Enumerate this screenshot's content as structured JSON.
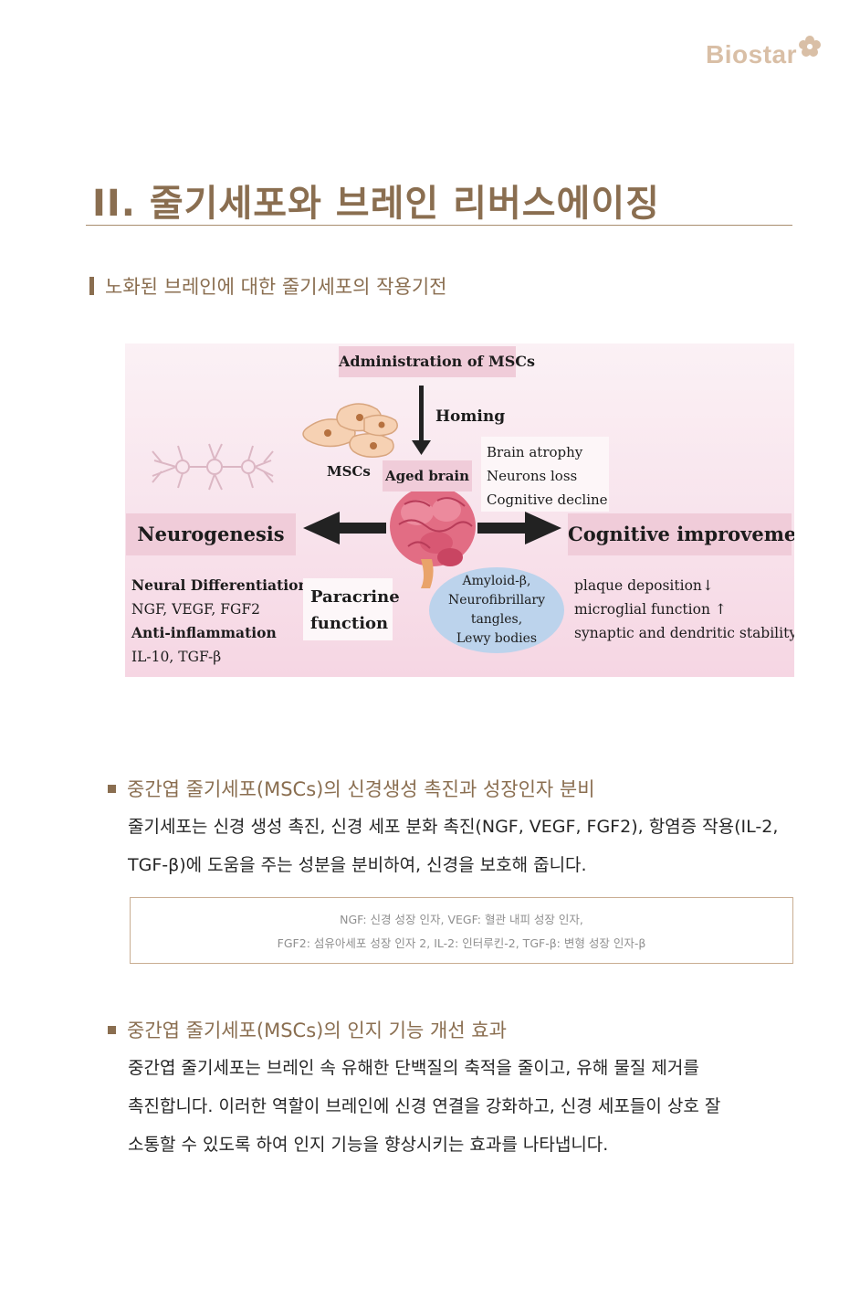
{
  "brand": {
    "name": "Biostar"
  },
  "section": {
    "title": "II. 줄기세포와 브레인 리버스에이징"
  },
  "subheading": "노화된 브레인에 대한 줄기세포의 작용기전",
  "figure": {
    "administration": "Administration of MSCs",
    "homing": "Homing",
    "mscs": "MSCs",
    "aged_brain": "Aged brain",
    "brain_symptoms": [
      "Brain atrophy",
      "Neurons loss",
      "Cognitive decline"
    ],
    "neurogenesis": "Neurogenesis",
    "cognitive_improvement": "Cognitive improvement",
    "neuro_details": {
      "neural_differentiation": "Neural Differentiation",
      "growth_factors": "NGF, VEGF, FGF2",
      "anti_inflammation": "Anti-inflammation",
      "cytokines": "IL-10, TGF-β"
    },
    "paracrine": [
      "Paracrine",
      "function"
    ],
    "pathology": [
      "Amyloid-β,",
      "Neurofibrillary",
      "tangles,",
      "Lewy bodies"
    ],
    "cog_details": [
      "plaque deposition↓",
      "microglial function ↑",
      "synaptic and dendritic stability ↑"
    ]
  },
  "bullets": [
    {
      "heading": "중간엽 줄기세포(MSCs)의 신경생성 촉진과 성장인자 분비",
      "body_line1": "줄기세포는 신경 생성 촉진, 신경 세포 분화 촉진(NGF, VEGF, FGF2), 항염증 작용(IL-2,",
      "body_line2": "TGF-β)에 도움을 주는 성분을 분비하여, 신경을 보호해 줍니다."
    },
    {
      "heading": "중간엽 줄기세포(MSCs)의 인지 기능 개선 효과",
      "body_line1": "중간엽 줄기세포는 브레인 속 유해한 단백질의 축적을 줄이고, 유해 물질 제거를",
      "body_line2": "촉진합니다. 이러한 역할이 브레인에 신경 연결을 강화하고, 신경 세포들이 상호 잘",
      "body_line3": "소통할 수 있도록 하여 인지 기능을 향상시키는 효과를 나타냅니다."
    }
  ],
  "note": {
    "line1": "NGF: 신경 성장 인자,  VEGF: 혈관 내피 성장 인자,",
    "line2": "FGF2: 섬유아세포 성장 인자 2,  IL-2: 인터루킨-2,  TGF-β: 변형 성장 인자-β"
  },
  "colors": {
    "accent": "#8a6e50",
    "logo": "#d9bfa6",
    "figure_box": "#f0ccd9",
    "ellipse": "#bcd3ec"
  }
}
